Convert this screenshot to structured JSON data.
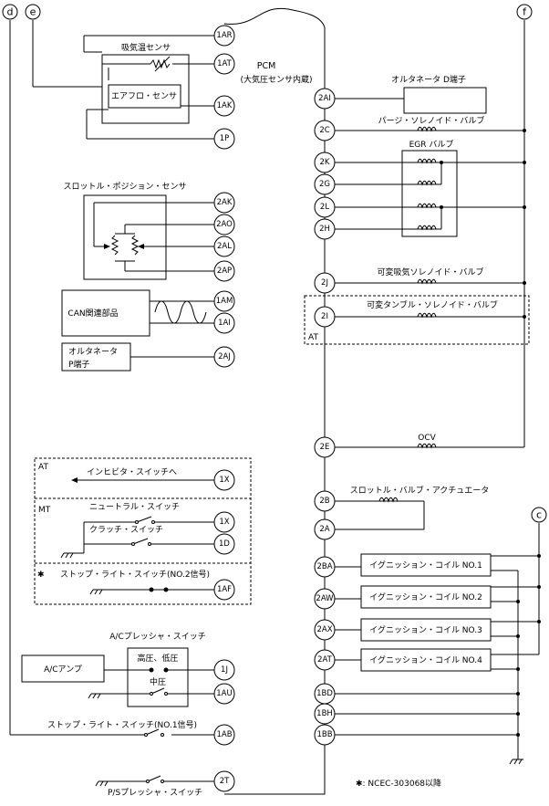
{
  "pcm_label": "PCM",
  "pcm_sublabel": "(大気圧センサ内蔵)",
  "connectors": [
    "d",
    "e",
    "f",
    "c"
  ],
  "left_pins": [
    "1AR",
    "1AT",
    "1AK",
    "1P",
    "2AK",
    "2AO",
    "2AL",
    "2AP",
    "1AM",
    "1AI",
    "2AJ",
    "1X",
    "1X",
    "1D",
    "1AF",
    "1J",
    "1AU",
    "1AB",
    "2T"
  ],
  "right_pins": [
    "2AI",
    "2C",
    "2K",
    "2G",
    "2L",
    "2H",
    "2J",
    "2I",
    "2E",
    "2B",
    "2A",
    "2BA",
    "2AW",
    "2AX",
    "2AT",
    "1BD",
    "1BH",
    "1BB"
  ],
  "components": {
    "intake_air_temp_sensor": "吸気温センサ",
    "airflow_sensor": "エアフロ・センサ",
    "throttle_position_sensor": "スロットル・ポジション・センサ",
    "can_parts": "CAN関連部品",
    "alternator_p_line1": "オルタネータ",
    "alternator_p_line2": "P端子",
    "at_label": "AT",
    "inhibitor_switch": "インヒビタ・スイッチへ",
    "mt_label": "MT",
    "neutral_switch": "ニュートラル・スイッチ",
    "clutch_switch": "クラッチ・スイッチ",
    "asterisk": "✱",
    "stop_light_switch_no2": "ストップ・ライト・スイッチ(NO.2信号)",
    "ac_pressure_switch": "A/Cプレッシャ・スイッチ",
    "high_low_pressure": "高圧、低圧",
    "mid_pressure": "中圧",
    "ac_amp": "A/Cアンプ",
    "stop_light_switch_no1": "ストップ・ライト・スイッチ(NO.1信号)",
    "ps_pressure_switch": "P/Sプレッシャ・スイッチ",
    "alternator_d": "オルタネータ D端子",
    "purge_solenoid": "パージ・ソレノイド・バルブ",
    "egr_valve": "EGR バルブ",
    "variable_intake_solenoid": "可変吸気ソレノイド・バルブ",
    "variable_tumble_solenoid": "可変タンブル・ソレノイド・バルブ",
    "at_label_right": "AT",
    "ocv": "OCV",
    "throttle_actuator": "スロットル・バルブ・アクチュエータ",
    "ignition_coil_1": "イグニッション・コイル NO.1",
    "ignition_coil_2": "イグニッション・コイル NO.2",
    "ignition_coil_3": "イグニッション・コイル NO.3",
    "ignition_coil_4": "イグニッション・コイル NO.4"
  },
  "footnote": "✱: NCEC-303068以降"
}
